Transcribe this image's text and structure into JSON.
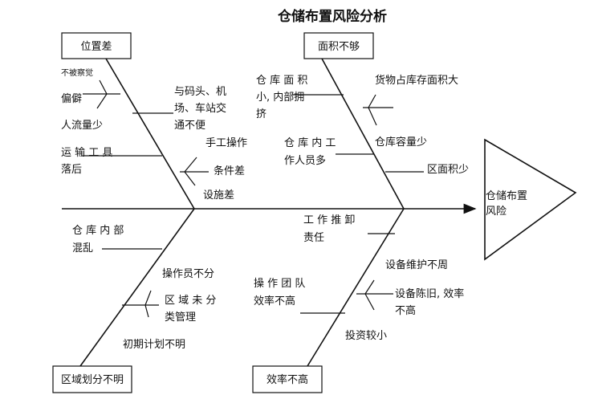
{
  "title": "仓储布置风险分析",
  "head": {
    "lines": [
      "仓储布置",
      "风险"
    ]
  },
  "categories": {
    "location": "位置差",
    "area": "面积不够",
    "zoning": "区域划分不明",
    "efficiency": "效率不高"
  },
  "causes": {
    "location": {
      "unnoticed": "不被察觉",
      "remote": "偏僻",
      "low_traffic": "人流量少",
      "transport_1": "运 输 工 具",
      "transport_2": "落后",
      "hub_1": "与码头、机",
      "hub_2": "场、车站交",
      "hub_3": "通不便",
      "manual": "手工操作",
      "conditions": "条件差",
      "facilities": "设施差"
    },
    "area": {
      "crowded_1": "仓 库 面 积",
      "crowded_2": "小, 内部拥",
      "crowded_3": "挤",
      "goods": "货物占库存面积大",
      "staff_1": "仓 库 内 工",
      "staff_2": "作人员多",
      "capacity": "仓库容量少",
      "small_area": "区面积少"
    },
    "zoning": {
      "messy_1": "仓 库 内 部",
      "messy_2": "混乱",
      "operator": "操作员不分",
      "unzoned_1": "区 域 未 分",
      "unzoned_2": "类管理",
      "plan": "初期计划不明"
    },
    "efficiency": {
      "resp_1": "工 作 推 卸",
      "resp_2": "责任",
      "maintenance": "设备维护不周",
      "aging_1": "设备陈旧, 效率",
      "aging_2": "不高",
      "team_1": "操 作 团 队",
      "team_2": "效率不高",
      "invest": "投资较小"
    }
  }
}
